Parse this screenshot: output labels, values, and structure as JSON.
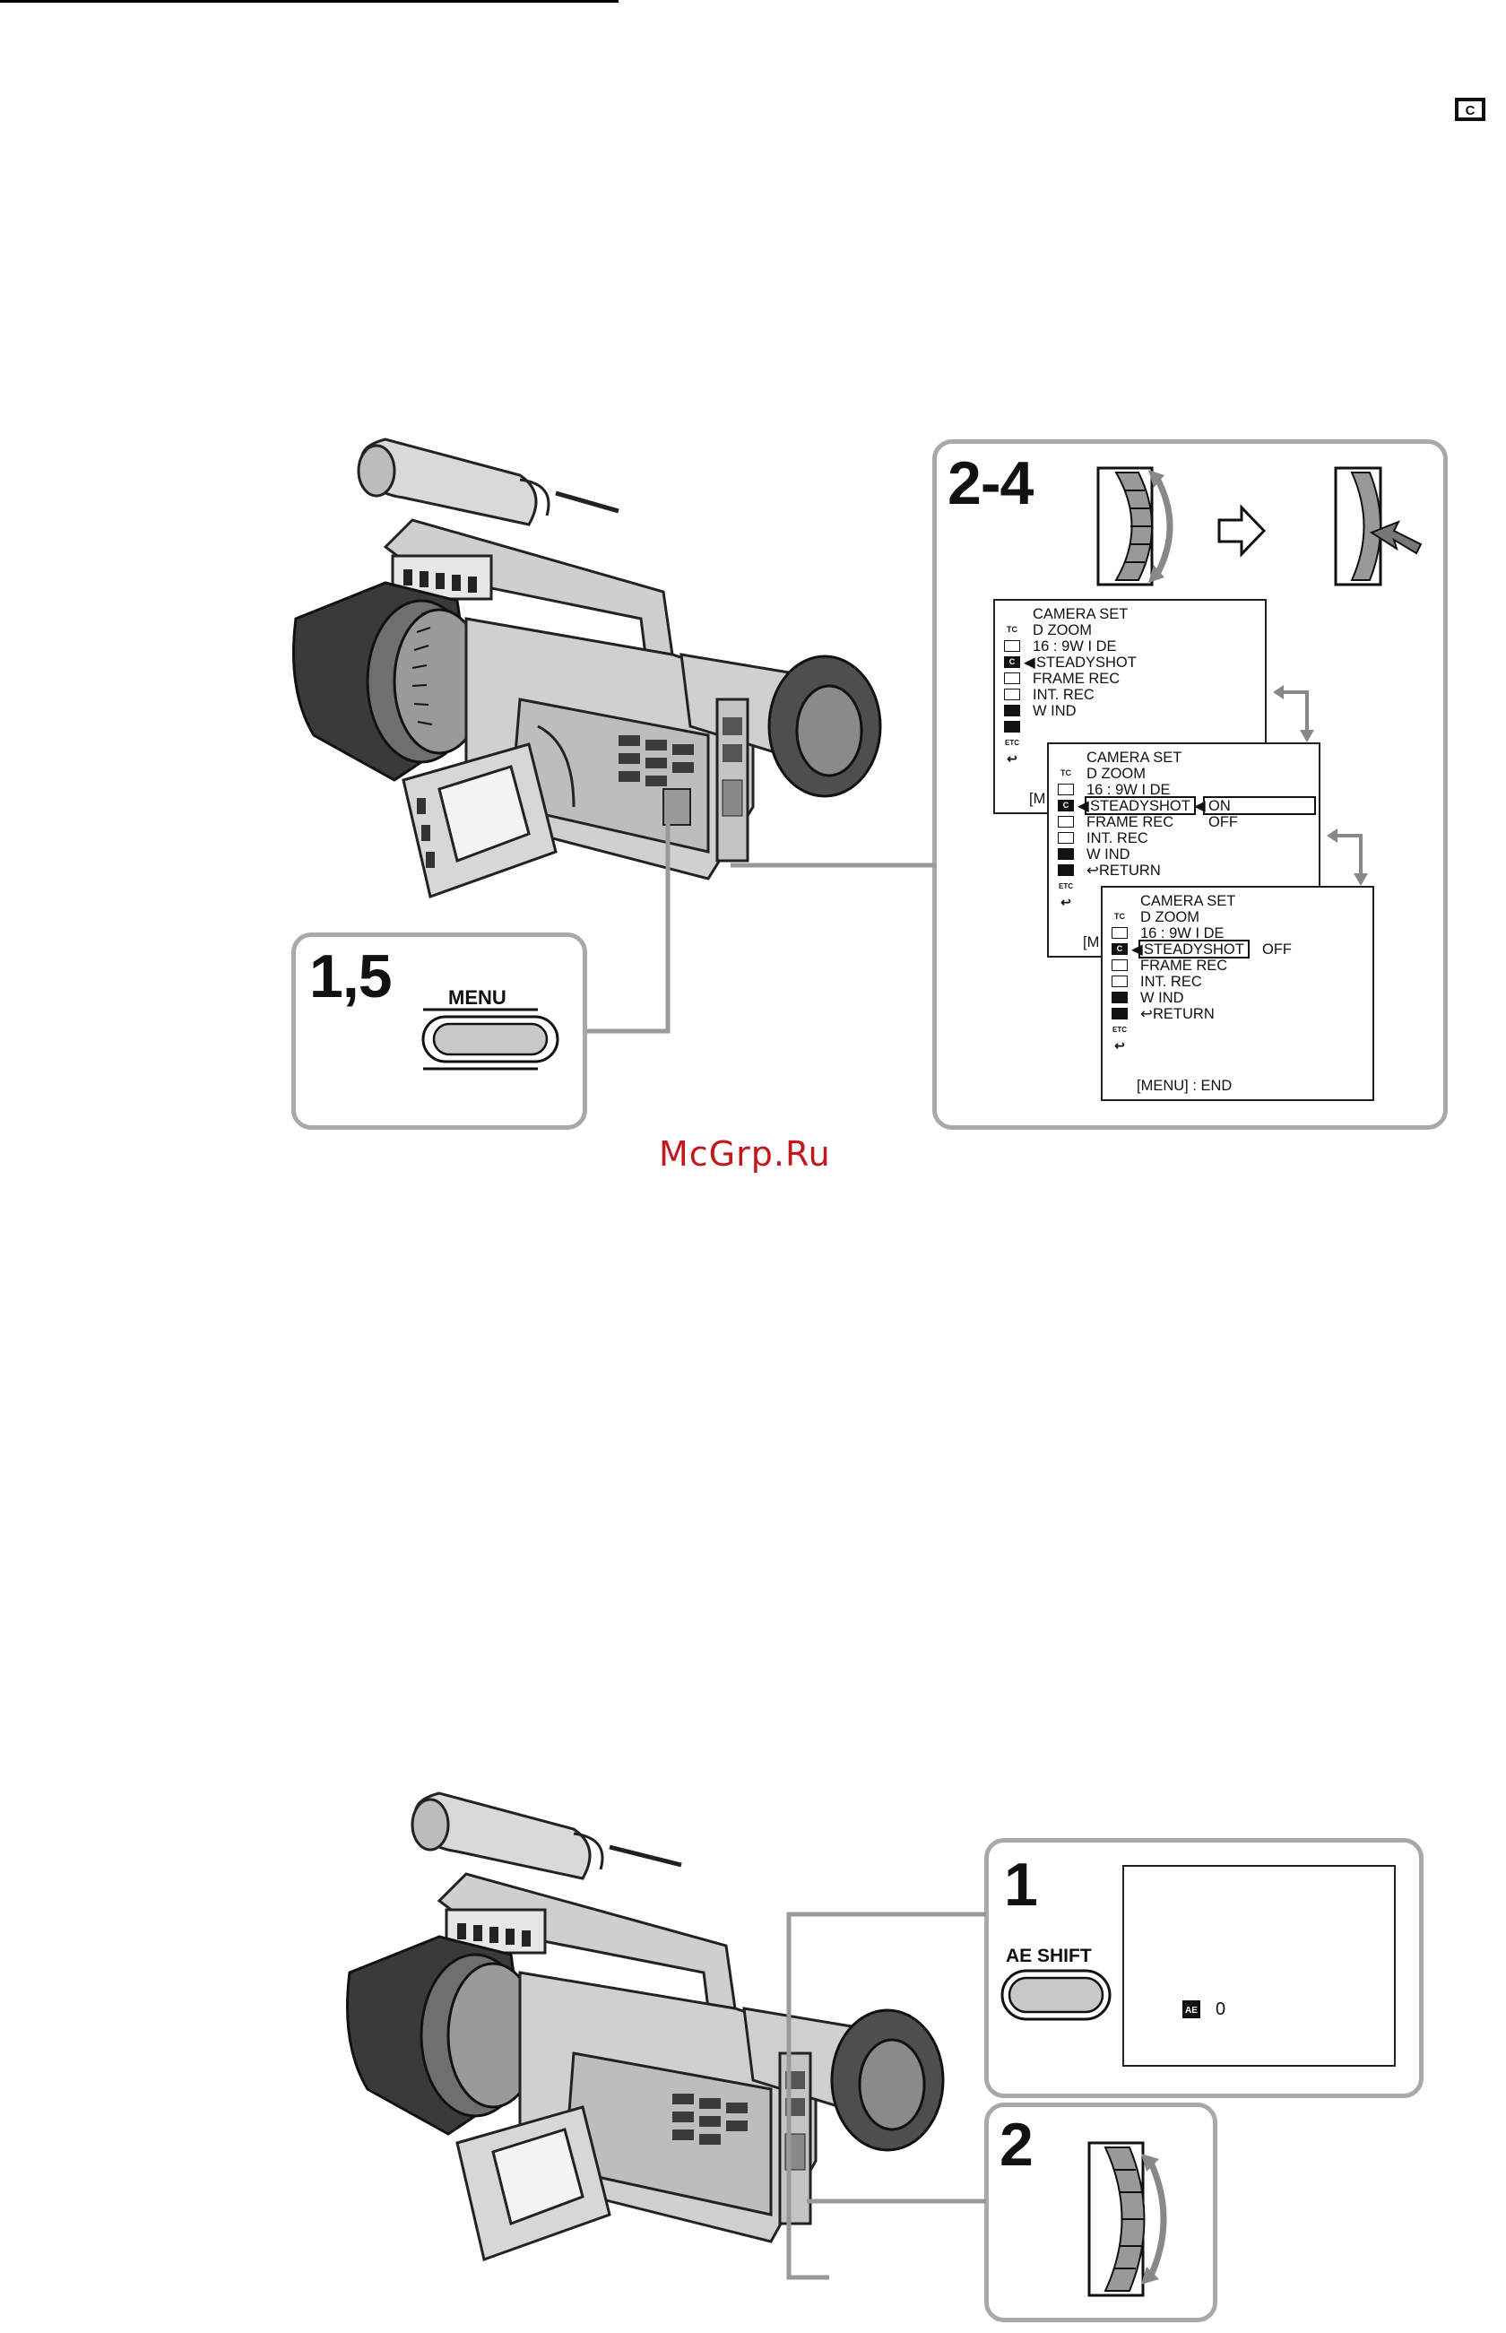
{
  "figure1": {
    "panel_steps_menu": "1,5",
    "menu_button_label": "MENU",
    "panel_steps_dial": "2-4",
    "screens": [
      {
        "title": "CAMERA SET",
        "rows": [
          {
            "icon": "TC",
            "label": "D ZOOM"
          },
          {
            "icon": "",
            "label": "16 : 9W I DE"
          },
          {
            "icon": "",
            "label": "STEADYSHOT",
            "selected": true
          },
          {
            "icon": "",
            "label": "FRAME  REC"
          },
          {
            "icon": "",
            "label": "INT. REC"
          },
          {
            "icon": "",
            "label": "W IND"
          },
          {
            "icon": "",
            "label": ""
          },
          {
            "icon": "ETC",
            "label": ""
          },
          {
            "icon": "",
            "label": ""
          }
        ],
        "footer": "[M"
      },
      {
        "title": "CAMERA  SET",
        "rows": [
          {
            "icon": "TC",
            "label": "D ZOOM"
          },
          {
            "icon": "",
            "label": "16 : 9W I DE"
          },
          {
            "icon": "",
            "label": "STEADYSHOT",
            "option": "ON",
            "selected": true
          },
          {
            "icon": "",
            "label": "FRAME  REC",
            "option": "OFF"
          },
          {
            "icon": "",
            "label": "INT. REC"
          },
          {
            "icon": "",
            "label": "W IND"
          },
          {
            "icon": "",
            "label": "RETURN"
          },
          {
            "icon": "ETC",
            "label": ""
          },
          {
            "icon": "",
            "label": ""
          }
        ],
        "footer": "[M"
      },
      {
        "title": "CAMERA  SET",
        "rows": [
          {
            "icon": "TC",
            "label": "D ZOOM"
          },
          {
            "icon": "",
            "label": "16 : 9W I DE"
          },
          {
            "icon": "",
            "label": "STEADYSHOT",
            "option": "OFF",
            "selected": true
          },
          {
            "icon": "",
            "label": "FRAME  REC"
          },
          {
            "icon": "",
            "label": "INT. REC"
          },
          {
            "icon": "",
            "label": "W IND"
          },
          {
            "icon": "",
            "label": "RETURN"
          },
          {
            "icon": "ETC",
            "label": ""
          },
          {
            "icon": "",
            "label": ""
          }
        ],
        "footer": "[MENU] : END"
      }
    ]
  },
  "watermark": "McGrp.Ru",
  "figure2": {
    "panel_step_1": "1",
    "ae_shift_label": "AE SHIFT",
    "ae_shift_value": "0",
    "panel_step_2": "2"
  },
  "colors": {
    "panel_border": "#a9a9a9",
    "watermark": "#c3171d",
    "ink": "#111111"
  }
}
